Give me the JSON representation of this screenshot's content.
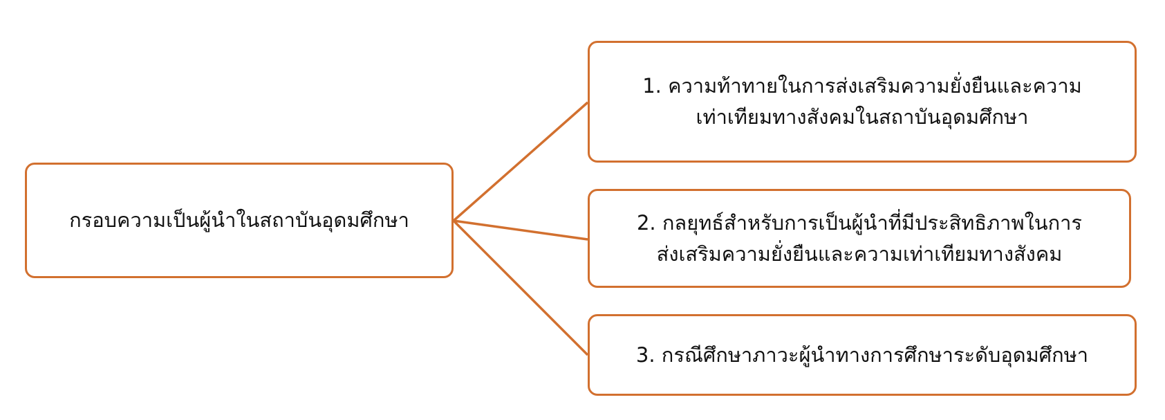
{
  "diagram": {
    "accent_color": "#D2702F",
    "root": {
      "label": "กรอบความเป็นผู้นำในสถาบันอุดมศึกษา"
    },
    "children": [
      {
        "line1": "1. ความท้าทายในการส่งเสริมความยั่งยืนและความ",
        "line2": "เท่าเทียมทางสังคมในสถาบันอุดมศึกษา"
      },
      {
        "line1": "2. กลยุทธ์สำหรับการเป็นผู้นำที่มีประสิทธิภาพในการ",
        "line2": "ส่งเสริมความยั่งยืนและความเท่าเทียมทางสังคม"
      },
      {
        "line1": "3. กรณีศึกษาภาวะผู้นำทางการศึกษาระดับอุดมศึกษา",
        "line2": ""
      }
    ]
  }
}
